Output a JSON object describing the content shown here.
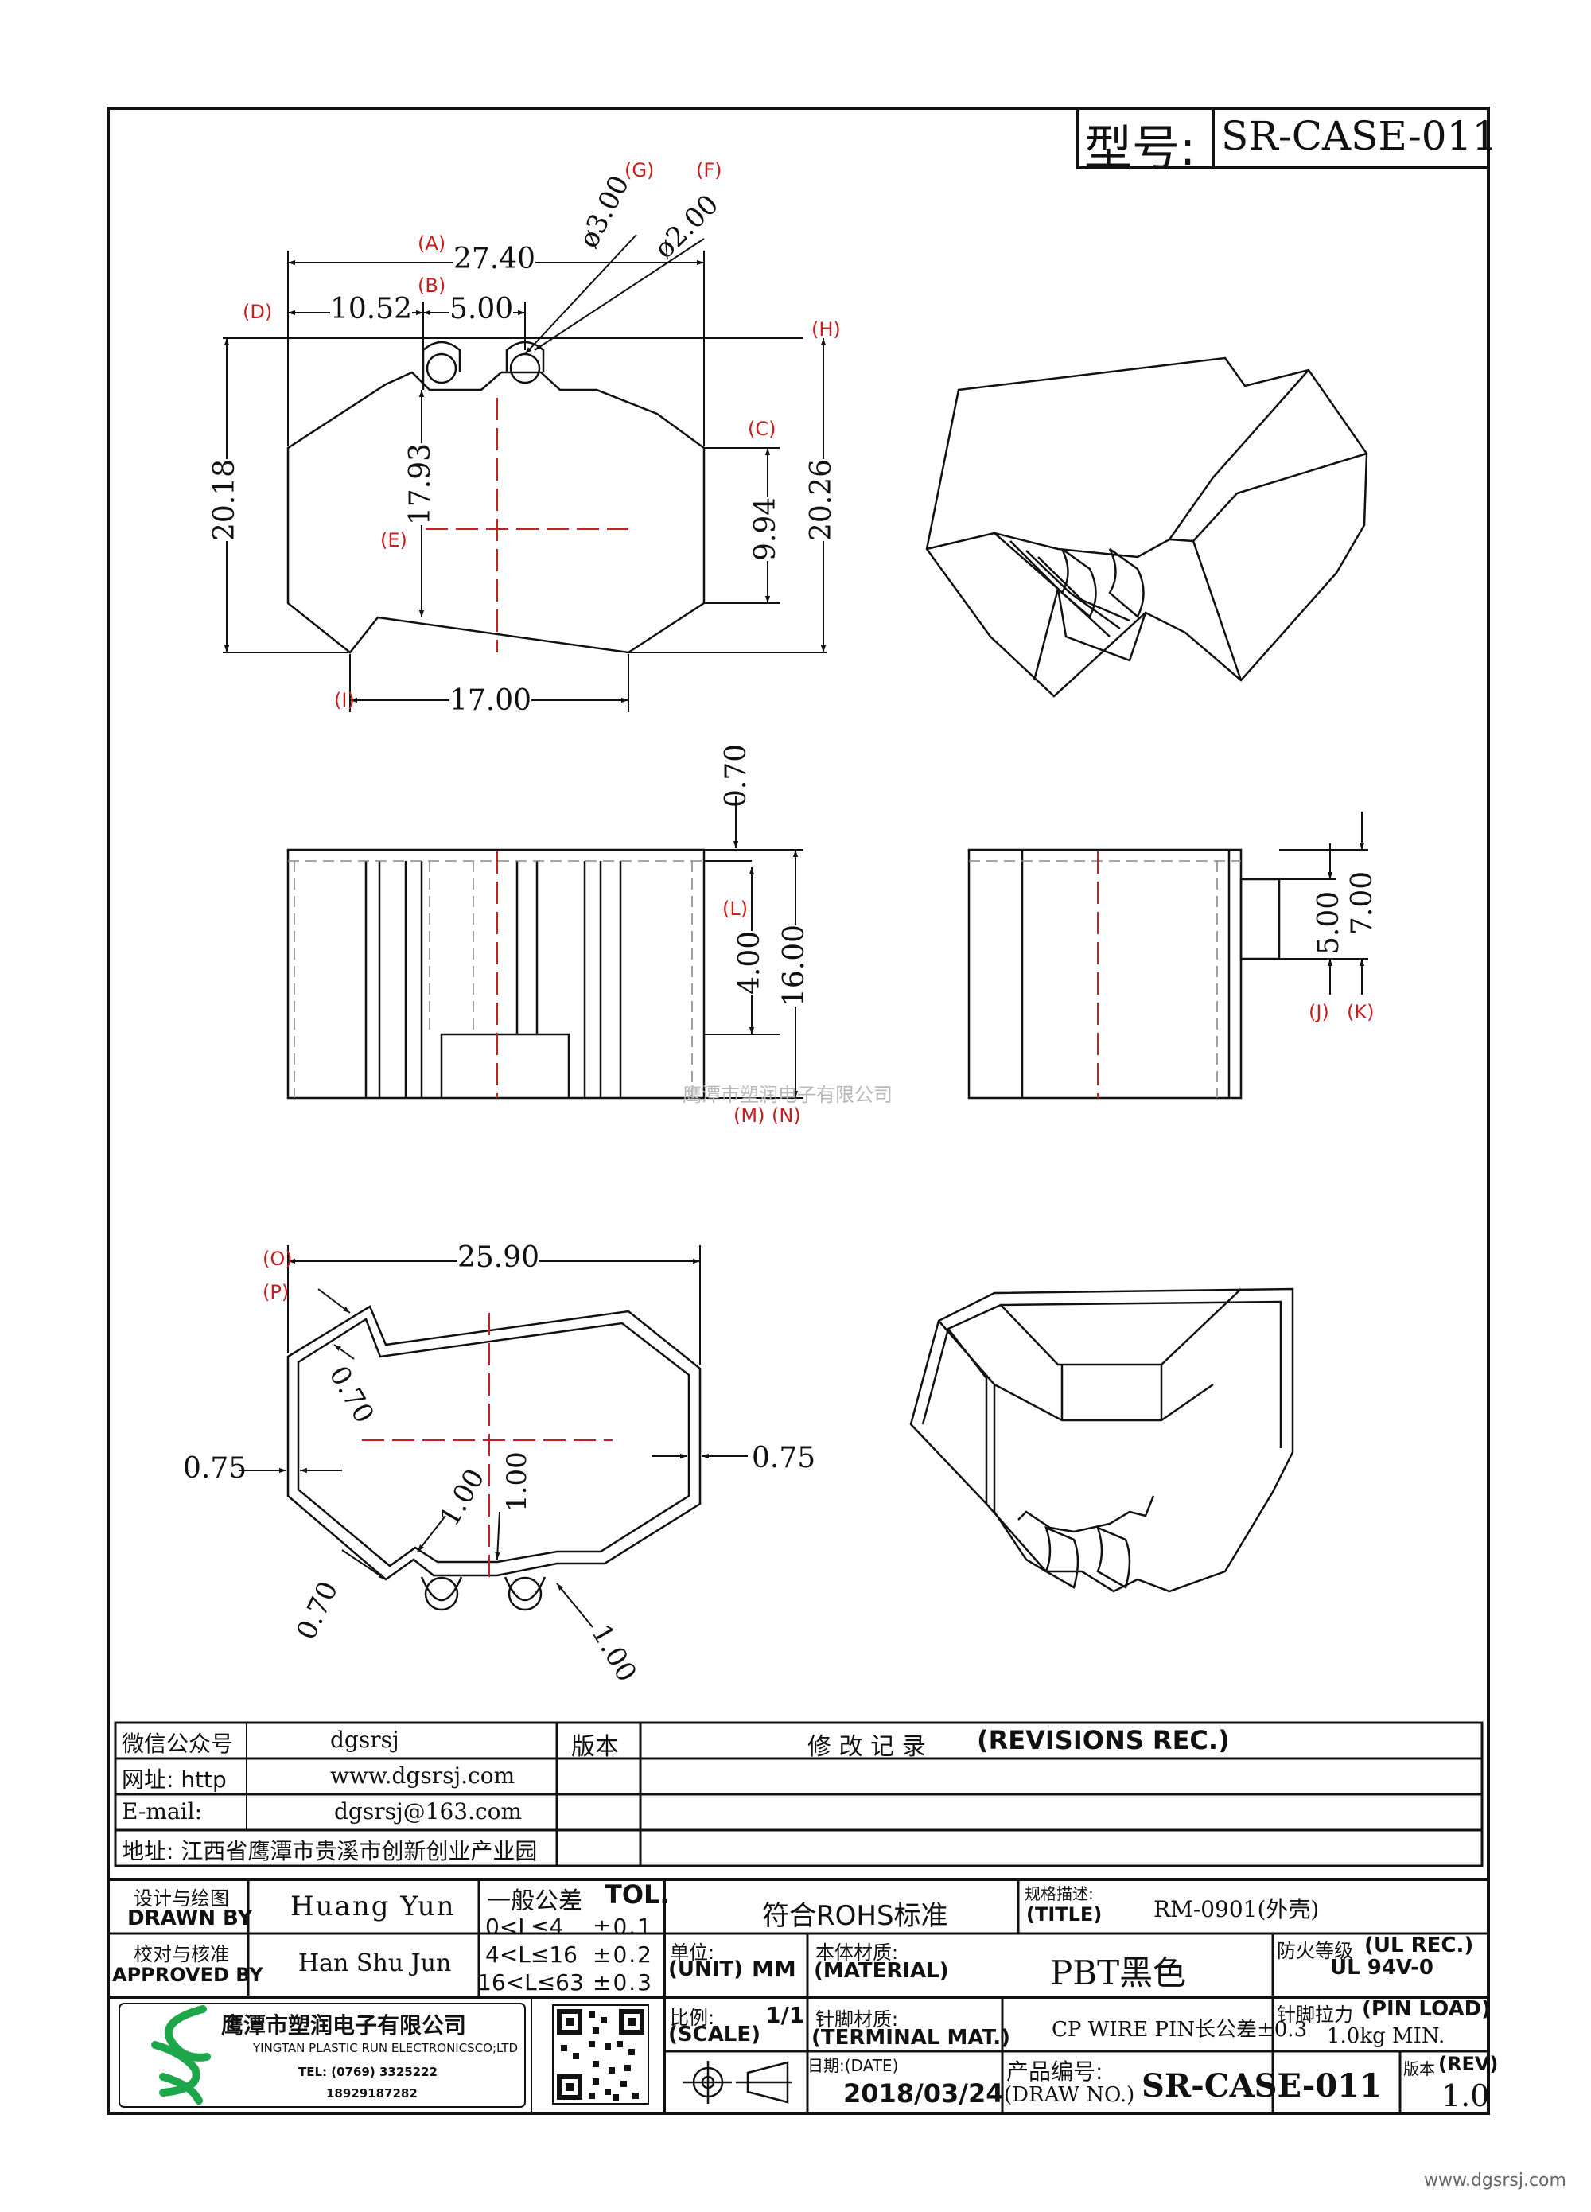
{
  "title_block_top": {
    "label": "型号:",
    "value": "SR-CASE-011"
  },
  "dimensions": {
    "A": "27.40",
    "D": "10.52",
    "B": "5.00",
    "G": "ø3.00",
    "F": "ø2.00",
    "left_height": "20.18",
    "E": "17.93",
    "C": "9.94",
    "H": "20.26",
    "I": "17.00",
    "top_offset": "0.70",
    "L": "4.00",
    "N": "16.00",
    "J": "5.00",
    "K": "7.00",
    "O": "25.90",
    "P": "0.70",
    "left_wall": "0.75",
    "right_wall": "0.75",
    "slot_1": "1.00",
    "slot_2": "1.00",
    "wall_low": "0.70",
    "pin_gap": "1.00"
  },
  "letter_markers": {
    "A": "(A)",
    "B": "(B)",
    "C": "(C)",
    "D": "(D)",
    "E": "(E)",
    "F": "(F)",
    "G": "(G)",
    "H": "(H)",
    "I": "(I)",
    "J": "(J)",
    "K": "(K)",
    "L": "(L)",
    "M": "(M)",
    "N": "(N)",
    "O": "(O)",
    "P": "(P)"
  },
  "watermark": "鹰潭市塑润电子有限公司",
  "footer_url": "www.dgsrsj.com",
  "info_box": {
    "wechat_label": "微信公众号",
    "wechat_value": "dgsrsj",
    "web_label": "网址: http",
    "web_value": "www.dgsrsj.com",
    "email_label": "E-mail:",
    "email_value": "dgsrsj@163.com",
    "address": "地址: 江西省鹰潭市贵溪市创新创业产业园",
    "version_header": "版本",
    "revisions_cn": "修 改 记 录",
    "revisions_en": "(REVISIONS REC.)"
  },
  "title_block": {
    "designer_cn": "设计与绘图",
    "designer_en": "DRAWN BY",
    "designer_name": "Huang Yun",
    "approver_cn": "校对与核准",
    "approver_en": "APPROVED BY",
    "approver_name": "Han Shu Jun",
    "tolerance_cn": "一般公差",
    "tolerance_en": "TOL.",
    "tol_rows": [
      {
        "range": "0<L≤4",
        "value": "±0.1"
      },
      {
        "range": "4<L≤16",
        "value": "±0.2"
      },
      {
        "range": "16<L≤63",
        "value": "±0.3"
      }
    ],
    "rohs": "符合ROHS标准",
    "spec_cn": "规格描述:",
    "spec_en": "(TITLE)",
    "spec_value": "RM-0901(外壳)",
    "fire_cn": "防火等级",
    "fire_en": "(UL REC.)",
    "fire_value": "UL 94V-0",
    "unit_cn": "单位:",
    "unit_en": "(UNIT)",
    "unit_value": "MM",
    "material_cn": "本体材质:",
    "material_en": "(MATERIAL)",
    "material_value": "PBT黑色",
    "scale_cn": "比例:",
    "scale_en": "(SCALE)",
    "scale_value": "1/1",
    "terminal_cn": "针脚材质:",
    "terminal_en": "(TERMINAL MAT.)",
    "terminal_value": "CP WIRE  PIN长公差±0.3",
    "pin_load_cn": "针脚拉力",
    "pin_load_en": "(PIN LOAD)",
    "pin_load_value": "1.0kg MIN.",
    "date_cn": "日期:(DATE)",
    "date_value": "2018/03/24",
    "drawno_cn": "产品编号:",
    "drawno_en": "(DRAW NO.)",
    "drawno_value": "SR-CASE-011",
    "rev_cn": "版本",
    "rev_en": "(REV)",
    "rev_value": "1.0"
  },
  "company": {
    "name_cn": "鹰潭市塑润电子有限公司",
    "name_en": "YINGTAN PLASTIC RUN ELECTRONICSCO;LTD",
    "tel": "TEL: (0769) 3325222",
    "mobile": "18929187282"
  }
}
